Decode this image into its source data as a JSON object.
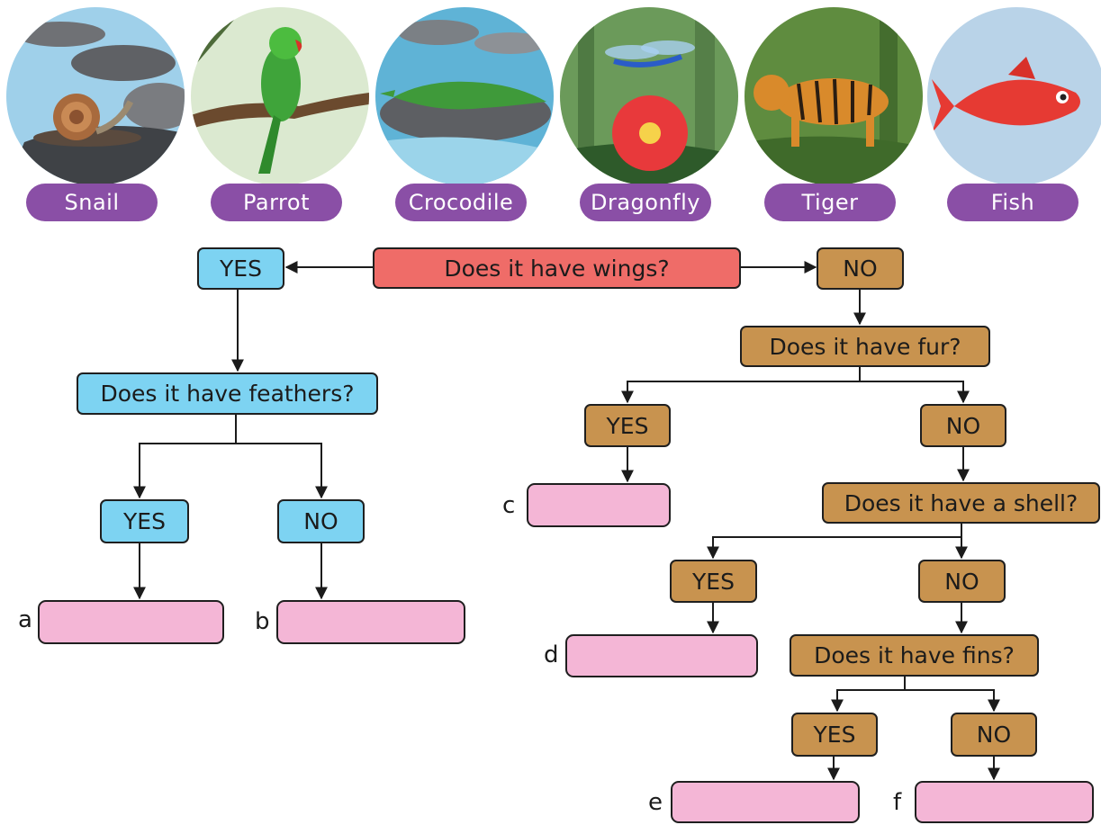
{
  "animals": [
    {
      "name": "Snail",
      "icon": "snail-icon"
    },
    {
      "name": "Parrot",
      "icon": "parrot-icon"
    },
    {
      "name": "Crocodile",
      "icon": "crocodile-icon"
    },
    {
      "name": "Dragonfly",
      "icon": "dragonfly-icon"
    },
    {
      "name": "Tiger",
      "icon": "tiger-icon"
    },
    {
      "name": "Fish",
      "icon": "fish-icon"
    }
  ],
  "colors": {
    "label_pill": "#8a4fa6",
    "root_box": "#ef6c68",
    "left_branch": "#7dd3f2",
    "right_branch": "#c8934f",
    "answer_box": "#f4b6d6"
  },
  "flow": {
    "root": "Does it have wings?",
    "wings_yes": "YES",
    "wings_no": "NO",
    "feathers_q": "Does it have feathers?",
    "feathers_yes": "YES",
    "feathers_no": "NO",
    "fur_q": "Does it have fur?",
    "fur_yes": "YES",
    "fur_no": "NO",
    "shell_q": "Does it have a shell?",
    "shell_yes": "YES",
    "shell_no": "NO",
    "fins_q": "Does it have fins?",
    "fins_yes": "YES",
    "fins_no": "NO"
  },
  "answers": {
    "a": {
      "letter": "a",
      "value": ""
    },
    "b": {
      "letter": "b",
      "value": ""
    },
    "c": {
      "letter": "c",
      "value": ""
    },
    "d": {
      "letter": "d",
      "value": ""
    },
    "e": {
      "letter": "e",
      "value": ""
    },
    "f": {
      "letter": "f",
      "value": ""
    }
  }
}
